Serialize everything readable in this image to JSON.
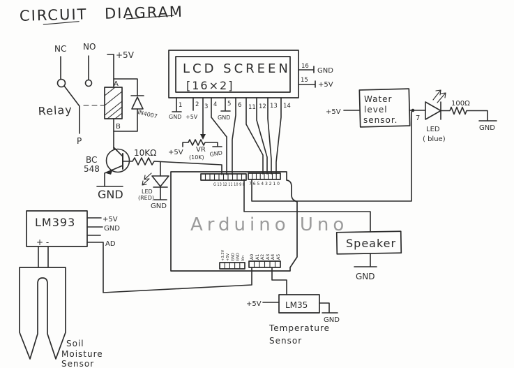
{
  "title": "CIRCUIT DIAGRAM",
  "colors": {
    "ink": "#2b2b2b",
    "pencil": "#9b9b9b",
    "paper": "#fdfdfc"
  },
  "relay": {
    "nc": "NC",
    "no": "NO",
    "label": "Relay",
    "p": "P",
    "vcc": "+5V",
    "a": "A",
    "b": "B",
    "diode": "IN4007"
  },
  "driver": {
    "transistor_line1": "BC",
    "transistor_line2": "548",
    "gnd": "GND",
    "base_resistor": "10KΩ",
    "led_line1": "LED",
    "led_line2": "(RED)",
    "led_gnd": "GND"
  },
  "lcd": {
    "name": "LCD SCREEN",
    "size": "[16×2]",
    "pins": [
      "1",
      "2",
      "3",
      "4",
      "5",
      "6",
      "11",
      "12",
      "13",
      "14"
    ],
    "pin1_label": "GND",
    "pin2_label": "+5V",
    "pin5_label": "GND",
    "pin16_num": "16",
    "pin16_label": "GND",
    "pin15_num": "15",
    "pin15_label": "+5V"
  },
  "vr": {
    "vcc": "+5V",
    "name": "VR",
    "value": "(10K)",
    "gnd": "GND"
  },
  "arduino": {
    "name": "Arduino Uno",
    "digital_left": "G 13 12 11 10 9 8",
    "digital_right": "7 6 5 4 3 2 1 0",
    "power_pins": [
      "+3.3V",
      "+5V",
      "GND",
      "GND",
      "Vin"
    ],
    "analog_pins": [
      "A0",
      "A1",
      "A2",
      "A3",
      "A4",
      "A5"
    ],
    "pin7_tag": "7"
  },
  "water_sensor": {
    "vcc": "+5V",
    "line1": "Water",
    "line2": "level",
    "line3": "sensor."
  },
  "blue_led": {
    "line1": "LED",
    "line2": "( blue)",
    "resistor": "100Ω",
    "gnd": "GND"
  },
  "speaker": {
    "label": "Speaker",
    "gnd": "GND"
  },
  "lm35": {
    "vcc": "+5V",
    "label": "LM35",
    "gnd": "GND",
    "caption_line1": "Temperature",
    "caption_line2": "Sensor"
  },
  "lm393": {
    "label": "LM393",
    "polarity": "+  -",
    "vcc": "+5V",
    "gnd": "GND",
    "ad": "AD"
  },
  "soil_sensor": {
    "line1": "Soil",
    "line2": "Moisture",
    "line3": "Sensor"
  }
}
